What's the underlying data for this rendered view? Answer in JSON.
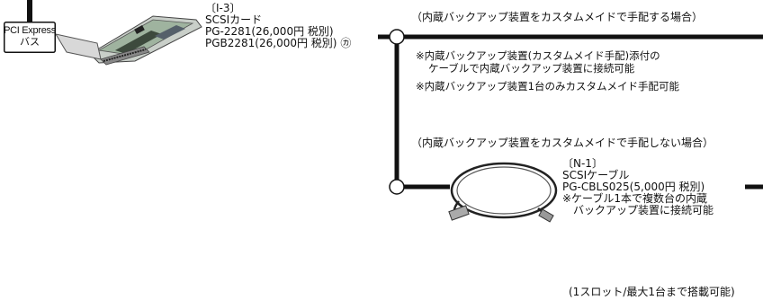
{
  "bus_label": {
    "line1": "PCI Express",
    "line2": "バス"
  },
  "card": {
    "code": "〔I-3〕",
    "name": "SCSIカード",
    "model1": "PG-2281(26,000円 税別)",
    "model2": "PGB2281(26,000円 税別)",
    "model2_mark": "㋕"
  },
  "branch_top": {
    "heading": "（内蔵バックアップ装置をカスタムメイドで手配する場合）",
    "note1_line1": "※内蔵バックアップ装置(カスタムメイド手配)添付の",
    "note1_line2": "ケーブルで内蔵バックアップ装置に接続可能",
    "note2": "※内蔵バックアップ装置1台のみカスタムメイド手配可能"
  },
  "branch_bottom": {
    "heading": "（内蔵バックアップ装置をカスタムメイドで手配しない場合）"
  },
  "cable": {
    "code": "〔N-1〕",
    "name": "SCSIケーブル",
    "model": "PG-CBLS025(5,000円 税別)",
    "note_line1": "※ケーブル1本で複数台の内蔵",
    "note_line2": "バックアップ装置に接続可能"
  },
  "footnote": "(1スロット/最大1台まで搭載可能)"
}
